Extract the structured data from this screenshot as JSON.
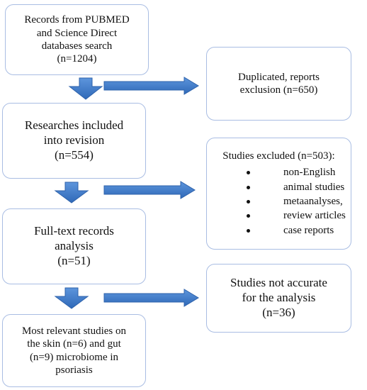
{
  "boxes": {
    "records": {
      "lines": [
        "Records from PUBMED",
        "and Science Direct",
        "databases search",
        "(n=1204)"
      ]
    },
    "researches": {
      "lines": [
        "Researches included",
        "into revision",
        "(n=554)"
      ]
    },
    "fulltext": {
      "lines": [
        "Full-text records",
        "analysis",
        "(n=51)"
      ]
    },
    "relevant": {
      "lines": [
        "Most relevant studies on",
        "the skin (n=6) and gut",
        "(n=9) microbiome in",
        "psoriasis"
      ]
    },
    "duplicated": {
      "lines": [
        "Duplicated, reports",
        "exclusion (n=650)"
      ]
    },
    "excluded": {
      "title": "Studies excluded (n=503):",
      "items": [
        "non-English",
        "animal studies",
        "metaanalyses,",
        "review articles",
        "case reports"
      ]
    },
    "not_accurate": {
      "lines": [
        "Studies not accurate",
        "for the analysis",
        "(n=36)"
      ]
    }
  },
  "colors": {
    "arrow": "#3f7bc9",
    "arrow_edge": "#2e62ab",
    "box_border": "#a9bde3"
  }
}
